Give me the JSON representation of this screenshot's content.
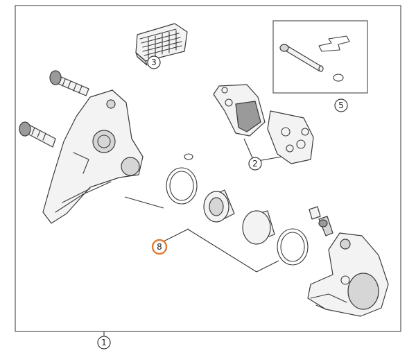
{
  "diagram": {
    "accent_color": "#e07a2e",
    "callouts": {
      "assembly": "1",
      "brake_pads": "2",
      "pad_spring": "3",
      "pin_kit": "5",
      "seal_kit": "8"
    },
    "highlighted_callout": "8"
  }
}
